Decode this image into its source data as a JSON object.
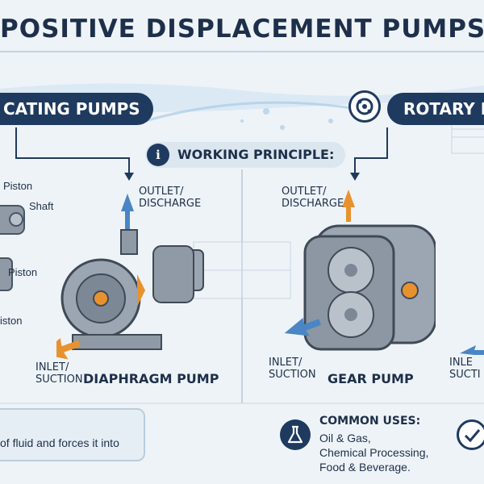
{
  "title": "POSITIVE DISPLACEMENT PUMPS",
  "left_section": {
    "banner": "CATING PUMPS",
    "labels": [
      "Piston",
      "Shaft",
      "Piston",
      "iston"
    ]
  },
  "right_section": {
    "banner": "ROTARY P"
  },
  "working_principle": {
    "icon": "i",
    "label": "WORKING PRINCIPLE:"
  },
  "diaphragm": {
    "outlet": [
      "OUTLET/",
      "DISCHARGE"
    ],
    "inlet": [
      "INLET/",
      "SUCTION"
    ],
    "name": "DIAPHRAGM PUMP"
  },
  "gear": {
    "outlet": [
      "OUTLET/",
      "DISCHARGE"
    ],
    "inlet": [
      "INLET/",
      "SUCTION"
    ],
    "name": "GEAR PUMP"
  },
  "right_edge_inlet": [
    "INLE",
    "SUCTI"
  ],
  "description": "of fluid and forces it into",
  "common_uses": {
    "title": "COMMON USES:",
    "items": [
      "Oil & Gas,",
      "Chemical Processing,",
      "Food & Beverage."
    ]
  },
  "colors": {
    "navy": "#1f3a5f",
    "accent": "#e8922f",
    "arrow_blue": "#4a86c5",
    "metal": "#8f9aa6"
  },
  "icons": [
    "info-icon",
    "rotary-gear-icon",
    "flask-icon",
    "checkmark-icon"
  ]
}
